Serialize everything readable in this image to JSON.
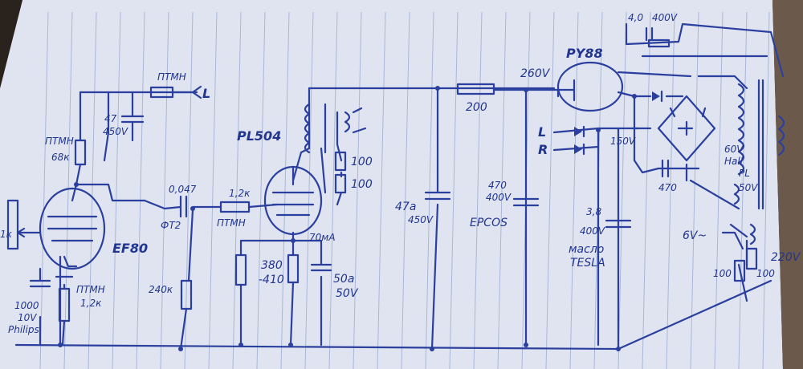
{
  "labels": {
    "ptmh_top": "ПТМН",
    "L_out": "L",
    "cap_47": "47",
    "cap_450v": "450V",
    "ptmh_left": "ПТМН",
    "res_68k": "68к",
    "ef80": "EF80",
    "res_1k": "1к",
    "cap_1000": "1000",
    "cap_10v": "10V",
    "philips": "Philips",
    "ptmh_cath": "ПТМН",
    "res_12k_cath": "1,2к",
    "cap_0047": "0,047",
    "ft2": "ФТ2",
    "res_240k": "240к",
    "res_12k_grid": "1,2к",
    "ptmh_grid": "ПТМН",
    "pl504": "PL504",
    "ma70": "70мА",
    "res_380": "380",
    "res_410": "-410",
    "cap_50a": "50а",
    "cap_50v": "50V",
    "res_100_a": "100",
    "res_100_b": "100",
    "cap_47a": "47а",
    "cap_47a_v": "450V",
    "res_200": "200",
    "v260": "260V",
    "py88": "PY88",
    "cap_470": "470",
    "cap_470_v": "400V",
    "epcos": "EPCOS",
    "L_in": "L",
    "R_in": "R",
    "v150": "150V",
    "cap_38": "3,8",
    "cap_38_v": "400V",
    "maslo": "масло",
    "tesla": "TESLA",
    "cap_40": "4,0",
    "cap_40_v": "400V",
    "v60": "60V",
    "hall": "Hall",
    "pl_sec": "PL",
    "v50": "50V",
    "cap_470b": "470",
    "v6": "6V~",
    "res_100_c": "100",
    "res_100_d": "100",
    "v220": "220V"
  }
}
